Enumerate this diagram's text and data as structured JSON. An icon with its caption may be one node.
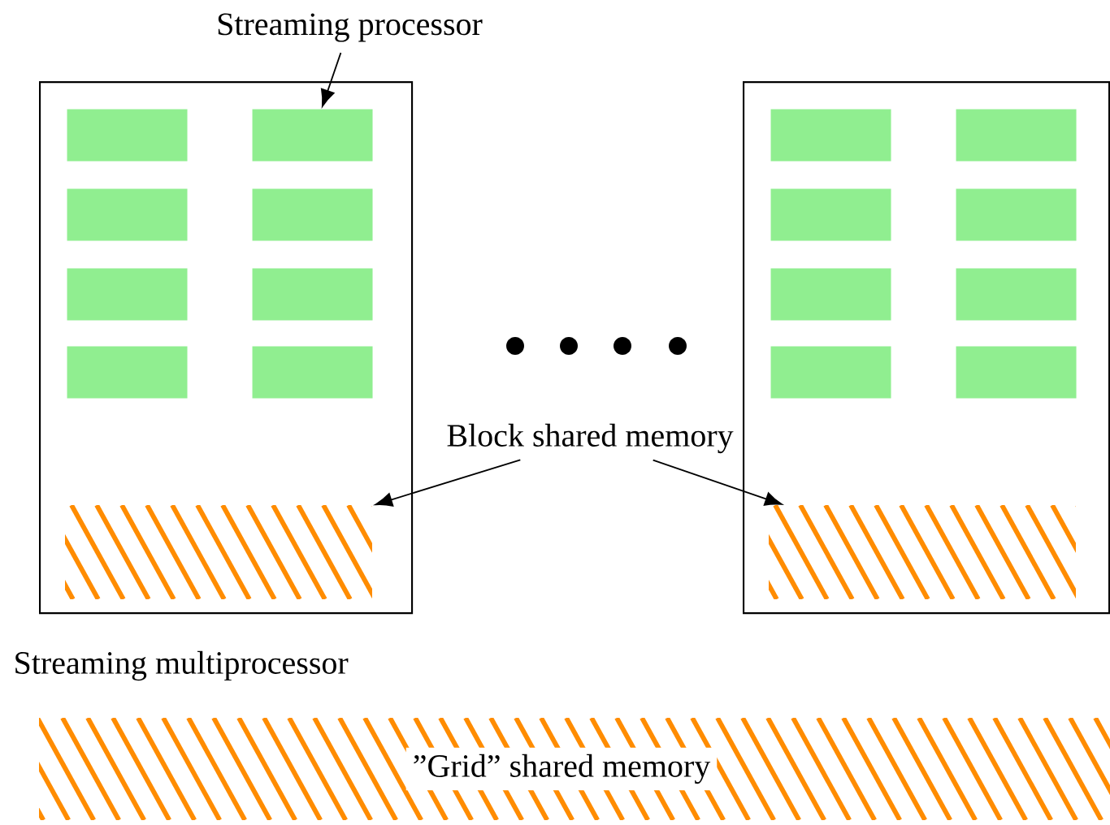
{
  "diagram": {
    "nodes": [
      {
        "text": [
          "Streaming processor"
        ]
      },
      {
        "text": [
          "Streaming multiprocessor"
        ]
      },
      {
        "text": [],
        "shape": "box",
        "in": 1
      },
      {
        "text": [],
        "shape": "box",
        "in": 1
      },
      {
        "text": [],
        "shape": "box",
        "in": 1
      },
      {
        "text": [],
        "shape": "box",
        "in": 1
      },
      {
        "text": [],
        "shape": "box",
        "in": 1
      },
      {
        "text": [],
        "shape": "box",
        "in": 1
      },
      {
        "text": [],
        "shape": "box",
        "in": 1
      },
      {
        "text": [],
        "shape": "box",
        "in": 1
      },
      {
        "text": [],
        "shape": "bar",
        "in": 1
      },
      {
        "text": [],
        "shape": "box"
      },
      {
        "text": [],
        "shape": "box",
        "in": 11
      },
      {
        "text": [],
        "shape": "box",
        "in": 11
      },
      {
        "text": [],
        "shape": "box",
        "in": 11
      },
      {
        "text": [],
        "shape": "box",
        "in": 11
      },
      {
        "text": [],
        "shape": "box",
        "in": 11
      },
      {
        "text": [],
        "shape": "box",
        "in": 11
      },
      {
        "text": [],
        "shape": "box",
        "in": 11
      },
      {
        "text": [],
        "shape": "box",
        "in": 11
      },
      {
        "text": [],
        "shape": "bar",
        "in": 11
      },
      {
        "text": [
          "Block shared memory"
        ]
      },
      {
        "text": [
          "”Grid” shared memory"
        ]
      }
    ],
    "edges": [
      {
        "from": 0,
        "to": 3,
        "arrow": "to"
      },
      {
        "from": 21,
        "to": 10,
        "arrow": "to"
      },
      {
        "from": 21,
        "to": 20,
        "arrow": "to"
      }
    ]
  }
}
